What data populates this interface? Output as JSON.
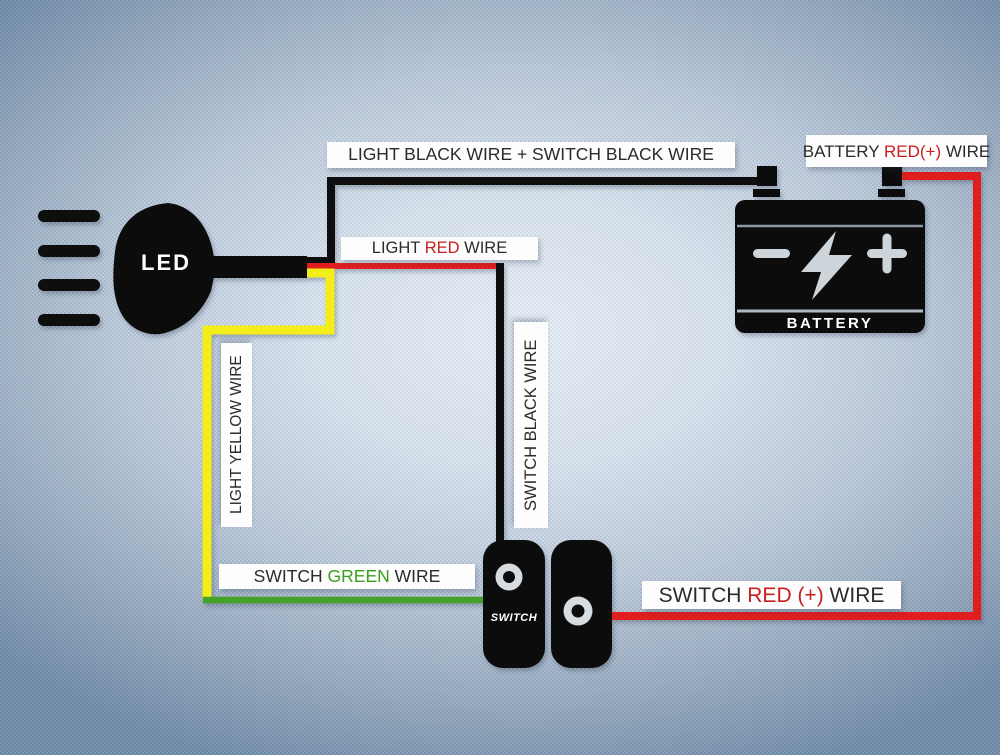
{
  "components": {
    "led": {
      "label": "LED"
    },
    "battery": {
      "label": "BATTERY"
    },
    "switch": {
      "label": "SWITCH"
    }
  },
  "wire_labels": {
    "top_black": {
      "prefix": "LIGHT BLACK WIRE + SWITCH BLACK WIRE",
      "colored": "",
      "suffix": ""
    },
    "battery_red": {
      "prefix": "BATTERY ",
      "colored": "RED(+)",
      "suffix": " WIRE"
    },
    "light_red": {
      "prefix": "LIGHT ",
      "colored": "RED",
      "suffix": " WIRE"
    },
    "switch_black": {
      "prefix": "SWITCH BLACK WIRE",
      "colored": "",
      "suffix": ""
    },
    "light_yellow": {
      "prefix": "LIGHT YELLOW WIRE",
      "colored": "",
      "suffix": ""
    },
    "switch_green": {
      "prefix": "SWITCH ",
      "colored": "GREEN",
      "suffix": " WIRE"
    },
    "switch_red": {
      "prefix": "SWITCH ",
      "colored": "RED (+)",
      "suffix": " WIRE"
    }
  },
  "colors": {
    "wire_black": "#0e0e0e",
    "wire_red": "#e01e1e",
    "wire_yellow": "#f3ee1a",
    "wire_green": "#43a327",
    "component_fill": "#0c0c0c",
    "label_background": "#fdfdfd",
    "label_text": "#2b2b2b",
    "label_red_word": "#c82020",
    "label_green_word": "#3c9e1e",
    "battery_glyphs": "#cdd4da"
  }
}
